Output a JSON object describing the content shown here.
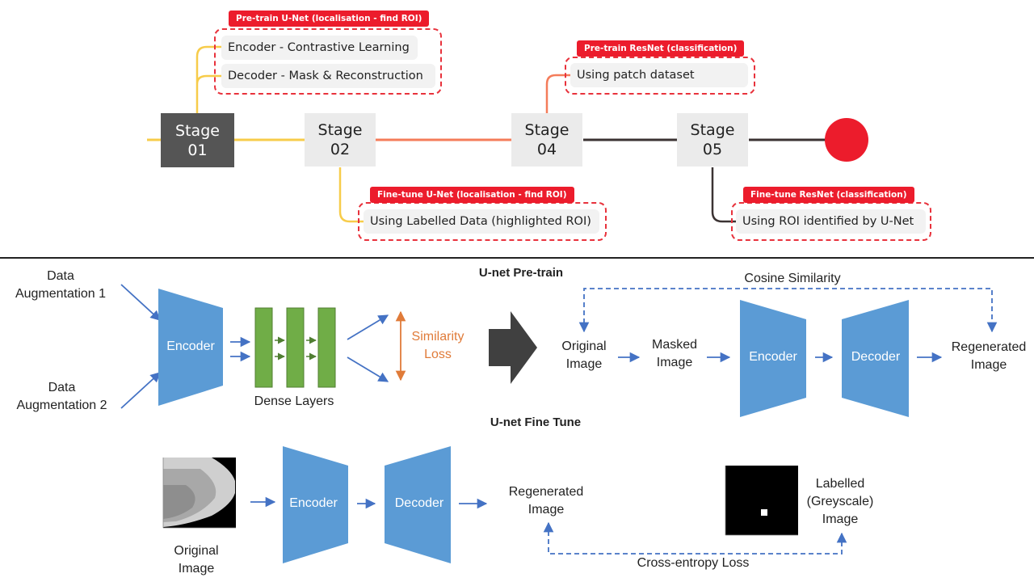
{
  "timeline": {
    "stages": [
      {
        "word": "Stage",
        "num": "01"
      },
      {
        "word": "Stage",
        "num": "02"
      },
      {
        "word": "Stage",
        "num": "04"
      },
      {
        "word": "Stage",
        "num": "05"
      }
    ],
    "groups": [
      {
        "tag": "Pre-train U-Net (localisation - find ROI)",
        "items": [
          "Encoder - Contrastive Learning",
          "Decoder - Mask & Reconstruction"
        ]
      },
      {
        "tag": "Pre-train ResNet (classification)",
        "items": [
          "Using patch dataset"
        ]
      },
      {
        "tag": "Fine-tune U-Net (localisation - find ROI)",
        "items": [
          "Using Labelled Data (highlighted ROI)"
        ]
      },
      {
        "tag": "Fine-tune ResNet (classification)",
        "items": [
          "Using ROI identified by U-Net"
        ]
      }
    ],
    "colors": {
      "yellow": "#f7cc4a",
      "salmon": "#f47c5a",
      "dark": "#3b3333",
      "end_dot": "#ec1c2c"
    }
  },
  "pretrain": {
    "title": "U-net Pre-train",
    "aug1": [
      "Data",
      "Augmentation 1"
    ],
    "aug2": [
      "Data",
      "Augmentation 2"
    ],
    "encoder": "Encoder",
    "dense": "Dense Layers",
    "similarity": [
      "Similarity",
      "Loss"
    ],
    "original": [
      "Original",
      "Image"
    ],
    "masked": [
      "Masked",
      "Image"
    ],
    "encoder2": "Encoder",
    "decoder2": "Decoder",
    "regenerated": [
      "Regenerated",
      "Image"
    ],
    "cosine": "Cosine Similarity"
  },
  "finetune": {
    "title": "U-net Fine Tune",
    "original": [
      "Original",
      "Image"
    ],
    "encoder": "Encoder",
    "decoder": "Decoder",
    "regenerated": [
      "Regenerated",
      "Image"
    ],
    "labelled": [
      "Labelled",
      "(Greyscale)",
      "Image"
    ],
    "loss": "Cross-entropy Loss"
  },
  "colors": {
    "blue_shape": "#5b9bd5",
    "arrow_blue": "#4472c4",
    "dense_green": "#70ad47",
    "dense_border": "#507e32",
    "orange": "#e07b39"
  }
}
